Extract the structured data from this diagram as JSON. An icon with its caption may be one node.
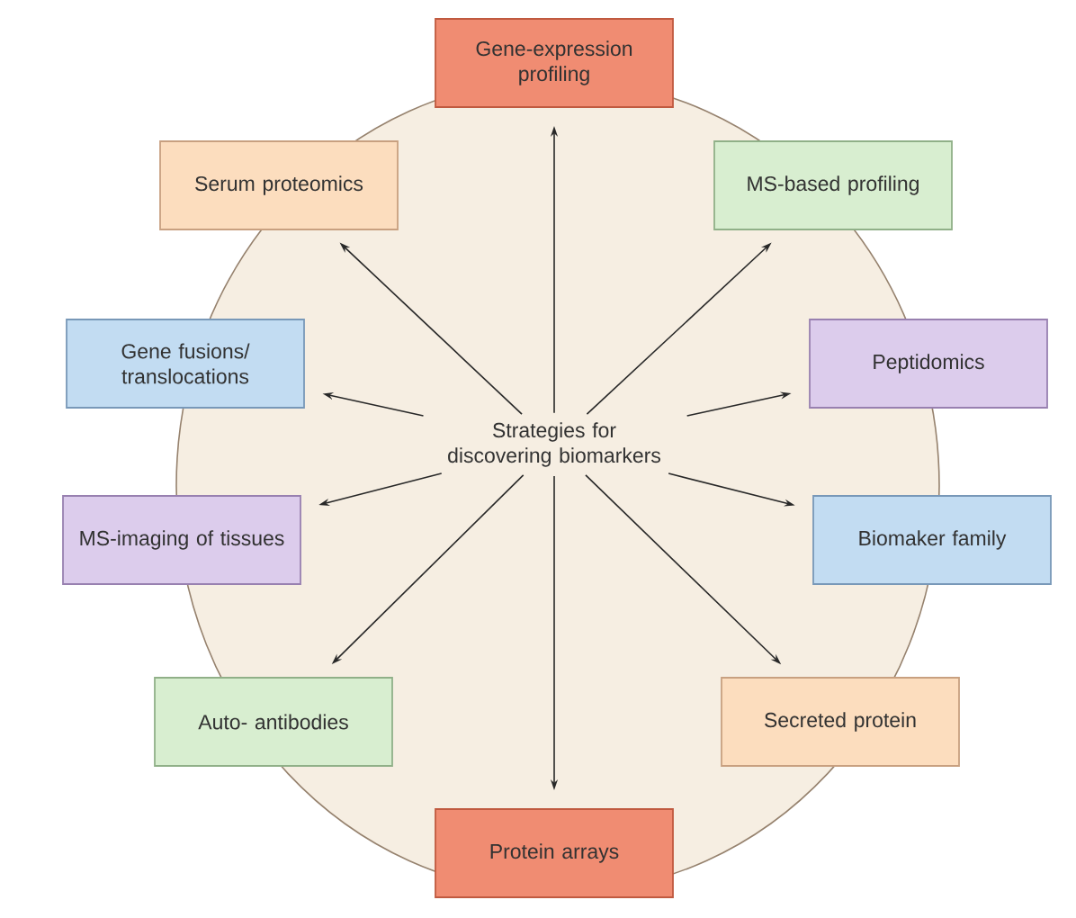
{
  "diagram": {
    "nodes": [
      {
        "text": [
          "Gene-expression profiling"
        ]
      },
      {
        "text": [
          "Serum proteomics"
        ]
      },
      {
        "text": [
          "MS-based profiling"
        ]
      },
      {
        "text": [
          "Gene fusions/ translocations"
        ]
      },
      {
        "text": [
          "Peptidomics"
        ]
      },
      {
        "text": [
          "Strategies for discovering biomarkers"
        ]
      },
      {
        "text": [
          "MS-imaging of tissues"
        ]
      },
      {
        "text": [
          "Biomaker family"
        ]
      },
      {
        "text": [
          "Auto- antibodies"
        ]
      },
      {
        "text": [
          "Secreted protein"
        ]
      },
      {
        "text": [
          "Protein arrays"
        ]
      }
    ],
    "edges": [
      {
        "from": 5,
        "to": 0,
        "arrow": "to"
      },
      {
        "from": 5,
        "to": 1,
        "arrow": "to"
      },
      {
        "from": 5,
        "to": 2,
        "arrow": "to"
      },
      {
        "from": 5,
        "to": 3,
        "arrow": "to"
      },
      {
        "from": 5,
        "to": 4,
        "arrow": "to"
      },
      {
        "from": 5,
        "to": 6,
        "arrow": "to"
      },
      {
        "from": 5,
        "to": 7,
        "arrow": "to"
      },
      {
        "from": 5,
        "to": 8,
        "arrow": "to"
      },
      {
        "from": 5,
        "to": 9,
        "arrow": "to"
      },
      {
        "from": 5,
        "to": 10,
        "arrow": "to"
      }
    ]
  }
}
